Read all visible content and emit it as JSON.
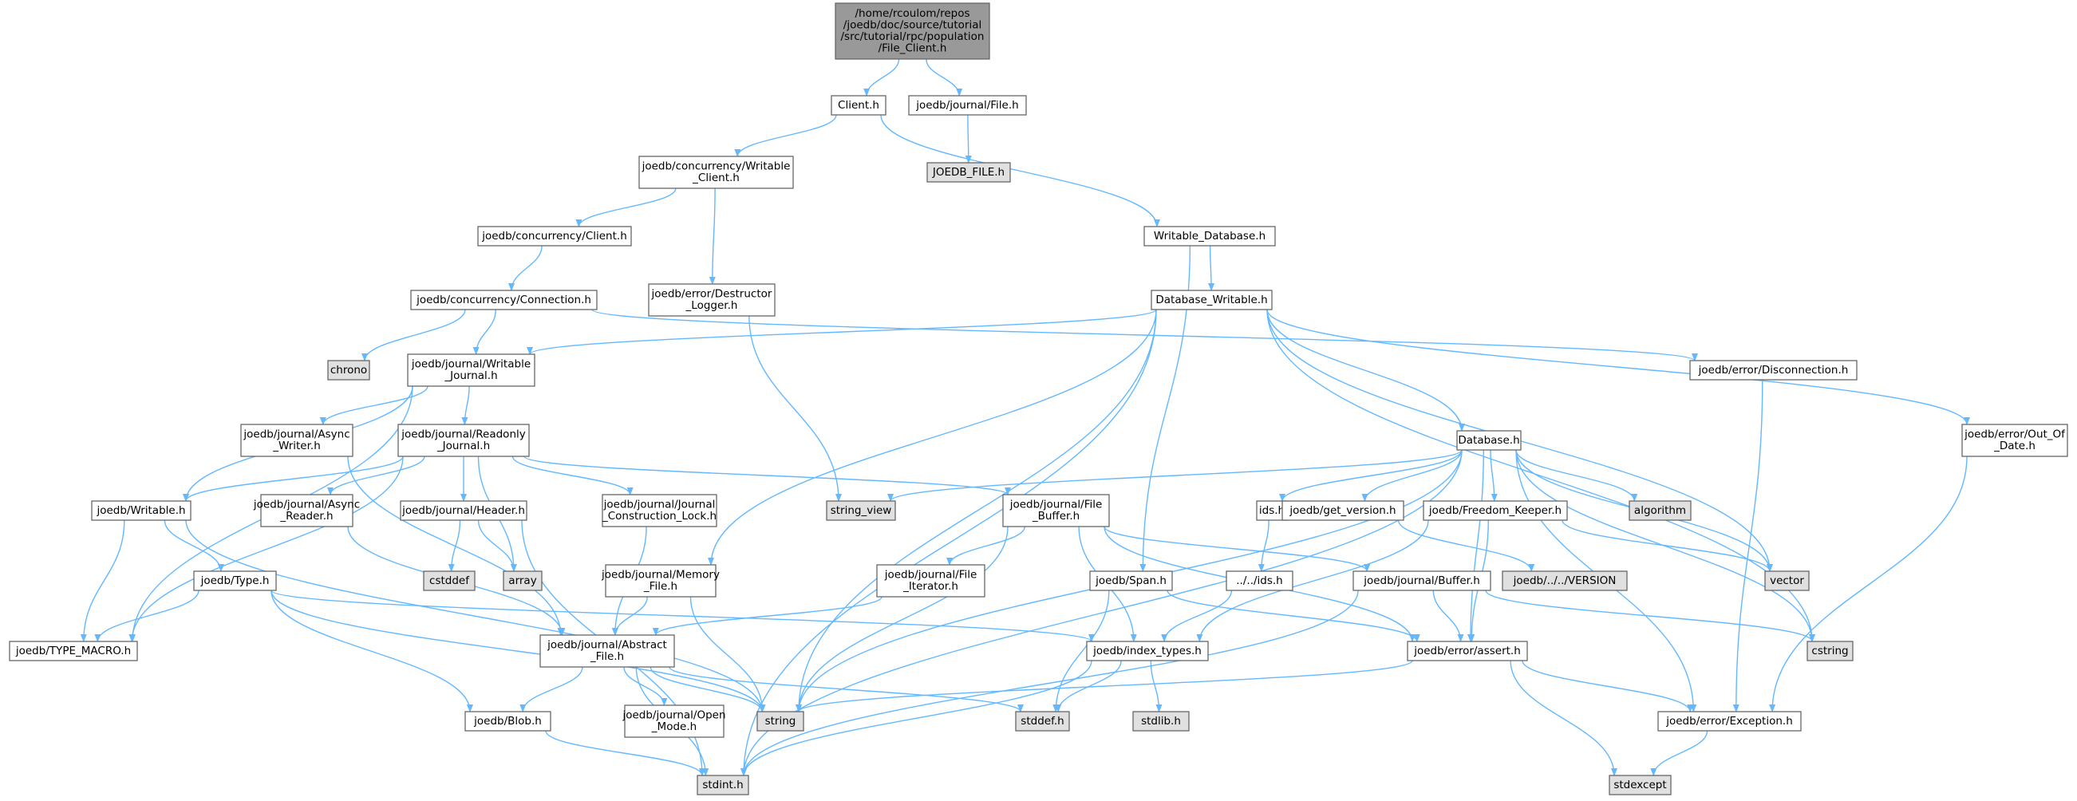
{
  "colors": {
    "root_fill": "#999999",
    "normal_fill": "#ffffff",
    "system_fill": "#e0e0e0",
    "border": "#666666",
    "highlight_border": "#ff0000",
    "edge": "#63b8ff"
  },
  "nodes": [
    {
      "id": "root",
      "lines": [
        "/home/rcoulom/repos",
        "/joedb/doc/source/tutorial",
        "/src/tutorial/rpc/population",
        "/File_Client.h"
      ],
      "kind": "root"
    },
    {
      "id": "client_h",
      "lines": [
        "Client.h"
      ],
      "kind": "normal"
    },
    {
      "id": "journal_file_h",
      "lines": [
        "joedb/journal/File.h"
      ],
      "kind": "normal"
    },
    {
      "id": "joedb_file_h",
      "lines": [
        "JOEDB_FILE.h"
      ],
      "kind": "system"
    },
    {
      "id": "conc_writable_client",
      "lines": [
        "joedb/concurrency/Writable",
        "_Client.h"
      ],
      "kind": "normal"
    },
    {
      "id": "writable_database",
      "lines": [
        "Writable_Database.h"
      ],
      "kind": "normal"
    },
    {
      "id": "conc_client",
      "lines": [
        "joedb/concurrency/Client.h"
      ],
      "kind": "normal"
    },
    {
      "id": "destructor_logger",
      "lines": [
        "joedb/error/Destructor",
        "_Logger.h"
      ],
      "kind": "normal"
    },
    {
      "id": "database_writable",
      "lines": [
        "Database_Writable.h"
      ],
      "kind": "normal"
    },
    {
      "id": "conc_connection",
      "lines": [
        "joedb/concurrency/Connection.h"
      ],
      "kind": "normal"
    },
    {
      "id": "chrono",
      "lines": [
        "chrono"
      ],
      "kind": "system"
    },
    {
      "id": "writable_journal",
      "lines": [
        "joedb/journal/Writable",
        "_Journal.h"
      ],
      "kind": "normal"
    },
    {
      "id": "disconnection",
      "lines": [
        "joedb/error/Disconnection.h"
      ],
      "kind": "normal"
    },
    {
      "id": "out_of_date",
      "lines": [
        "joedb/error/Out_Of",
        "_Date.h"
      ],
      "kind": "normal"
    },
    {
      "id": "async_writer",
      "lines": [
        "joedb/journal/Async",
        "_Writer.h"
      ],
      "kind": "normal"
    },
    {
      "id": "readonly_journal",
      "lines": [
        "joedb/journal/Readonly",
        "_Journal.h"
      ],
      "kind": "normal"
    },
    {
      "id": "database_h",
      "lines": [
        "Database.h"
      ],
      "kind": "normal"
    },
    {
      "id": "writable_h",
      "lines": [
        "joedb/Writable.h"
      ],
      "kind": "normal"
    },
    {
      "id": "async_reader",
      "lines": [
        "joedb/journal/Async",
        "_Reader.h"
      ],
      "kind": "normal"
    },
    {
      "id": "header_h",
      "lines": [
        "joedb/journal/Header.h"
      ],
      "kind": "normal"
    },
    {
      "id": "journal_construction_lock",
      "lines": [
        "joedb/journal/Journal",
        "_Construction_Lock.h"
      ],
      "kind": "normal"
    },
    {
      "id": "string_view",
      "lines": [
        "string_view"
      ],
      "kind": "system"
    },
    {
      "id": "file_buffer",
      "lines": [
        "joedb/journal/File",
        "_Buffer.h"
      ],
      "kind": "normal"
    },
    {
      "id": "ids_h",
      "lines": [
        "ids.h"
      ],
      "kind": "normal"
    },
    {
      "id": "get_version",
      "lines": [
        "joedb/get_version.h"
      ],
      "kind": "normal"
    },
    {
      "id": "freedom_keeper",
      "lines": [
        "joedb/Freedom_Keeper.h"
      ],
      "kind": "normal"
    },
    {
      "id": "algorithm",
      "lines": [
        "algorithm"
      ],
      "kind": "system"
    },
    {
      "id": "cstddef",
      "lines": [
        "cstddef"
      ],
      "kind": "system"
    },
    {
      "id": "array",
      "lines": [
        "array"
      ],
      "kind": "system"
    },
    {
      "id": "type_h",
      "lines": [
        "joedb/Type.h"
      ],
      "kind": "normal"
    },
    {
      "id": "memory_file",
      "lines": [
        "joedb/journal/Memory",
        "_File.h"
      ],
      "kind": "normal"
    },
    {
      "id": "file_iterator",
      "lines": [
        "joedb/journal/File",
        "_Iterator.h"
      ],
      "kind": "normal"
    },
    {
      "id": "span_h",
      "lines": [
        "joedb/Span.h"
      ],
      "kind": "normal"
    },
    {
      "id": "dotdot_ids",
      "lines": [
        "../../ids.h"
      ],
      "kind": "normal"
    },
    {
      "id": "buffer_h",
      "lines": [
        "joedb/journal/Buffer.h"
      ],
      "kind": "normal"
    },
    {
      "id": "version_h",
      "lines": [
        "joedb/../../VERSION"
      ],
      "kind": "system"
    },
    {
      "id": "vector",
      "lines": [
        "vector"
      ],
      "kind": "system"
    },
    {
      "id": "type_macro",
      "lines": [
        "joedb/TYPE_MACRO.h"
      ],
      "kind": "normal"
    },
    {
      "id": "abstract_file",
      "lines": [
        "joedb/journal/Abstract",
        "_File.h"
      ],
      "kind": "normal"
    },
    {
      "id": "index_types",
      "lines": [
        "joedb/index_types.h"
      ],
      "kind": "highlight"
    },
    {
      "id": "assert_h",
      "lines": [
        "joedb/error/assert.h"
      ],
      "kind": "normal"
    },
    {
      "id": "cstring",
      "lines": [
        "cstring"
      ],
      "kind": "system"
    },
    {
      "id": "blob_h",
      "lines": [
        "joedb/Blob.h"
      ],
      "kind": "normal"
    },
    {
      "id": "open_mode",
      "lines": [
        "joedb/journal/Open",
        "_Mode.h"
      ],
      "kind": "normal"
    },
    {
      "id": "string",
      "lines": [
        "string"
      ],
      "kind": "system"
    },
    {
      "id": "stddef_h",
      "lines": [
        "stddef.h"
      ],
      "kind": "system"
    },
    {
      "id": "stdlib_h",
      "lines": [
        "stdlib.h"
      ],
      "kind": "system"
    },
    {
      "id": "exception_h",
      "lines": [
        "joedb/error/Exception.h"
      ],
      "kind": "normal"
    },
    {
      "id": "stdint_h",
      "lines": [
        "stdint.h"
      ],
      "kind": "system"
    },
    {
      "id": "stdexcept",
      "lines": [
        "stdexcept"
      ],
      "kind": "system"
    }
  ],
  "edges": [
    [
      "root",
      "client_h"
    ],
    [
      "root",
      "journal_file_h"
    ],
    [
      "journal_file_h",
      "joedb_file_h"
    ],
    [
      "client_h",
      "conc_writable_client"
    ],
    [
      "client_h",
      "writable_database"
    ],
    [
      "conc_writable_client",
      "conc_client"
    ],
    [
      "conc_writable_client",
      "destructor_logger"
    ],
    [
      "conc_client",
      "conc_connection"
    ],
    [
      "writable_database",
      "database_writable"
    ],
    [
      "writable_database",
      "span_h"
    ],
    [
      "destructor_logger",
      "string_view"
    ],
    [
      "conc_connection",
      "chrono"
    ],
    [
      "conc_connection",
      "writable_journal"
    ],
    [
      "conc_connection",
      "disconnection"
    ],
    [
      "database_writable",
      "writable_journal"
    ],
    [
      "database_writable",
      "memory_file"
    ],
    [
      "database_writable",
      "string"
    ],
    [
      "database_writable",
      "stdint_h"
    ],
    [
      "database_writable",
      "database_h"
    ],
    [
      "database_writable",
      "vector"
    ],
    [
      "database_writable",
      "cstring"
    ],
    [
      "database_writable",
      "out_of_date"
    ],
    [
      "disconnection",
      "exception_h"
    ],
    [
      "out_of_date",
      "exception_h"
    ],
    [
      "writable_journal",
      "async_writer"
    ],
    [
      "writable_journal",
      "readonly_journal"
    ],
    [
      "writable_journal",
      "writable_h"
    ],
    [
      "writable_journal",
      "type_macro"
    ],
    [
      "async_writer",
      "abstract_file"
    ],
    [
      "readonly_journal",
      "writable_h"
    ],
    [
      "readonly_journal",
      "async_reader"
    ],
    [
      "readonly_journal",
      "header_h"
    ],
    [
      "readonly_journal",
      "array"
    ],
    [
      "readonly_journal",
      "journal_construction_lock"
    ],
    [
      "readonly_journal",
      "file_buffer"
    ],
    [
      "readonly_journal",
      "type_macro"
    ],
    [
      "database_h",
      "string_view"
    ],
    [
      "database_h",
      "ids_h"
    ],
    [
      "database_h",
      "get_version"
    ],
    [
      "database_h",
      "freedom_keeper"
    ],
    [
      "database_h",
      "algorithm"
    ],
    [
      "database_h",
      "vector"
    ],
    [
      "database_h",
      "cstring"
    ],
    [
      "database_h",
      "assert_h"
    ],
    [
      "database_h",
      "exception_h"
    ],
    [
      "database_h",
      "string"
    ],
    [
      "database_h",
      "stdint_h"
    ],
    [
      "writable_h",
      "type_h"
    ],
    [
      "writable_h",
      "type_macro"
    ],
    [
      "writable_h",
      "string"
    ],
    [
      "async_reader",
      "abstract_file"
    ],
    [
      "header_h",
      "cstddef"
    ],
    [
      "header_h",
      "array"
    ],
    [
      "header_h",
      "stdint_h"
    ],
    [
      "journal_construction_lock",
      "abstract_file"
    ],
    [
      "file_buffer",
      "file_iterator"
    ],
    [
      "file_buffer",
      "buffer_h"
    ],
    [
      "file_buffer",
      "index_types"
    ],
    [
      "file_buffer",
      "string"
    ],
    [
      "file_buffer",
      "assert_h"
    ],
    [
      "ids_h",
      "dotdot_ids"
    ],
    [
      "get_version",
      "version_h"
    ],
    [
      "freedom_keeper",
      "index_types"
    ],
    [
      "freedom_keeper",
      "vector"
    ],
    [
      "freedom_keeper",
      "assert_h"
    ],
    [
      "type_h",
      "type_macro"
    ],
    [
      "type_h",
      "index_types"
    ],
    [
      "type_h",
      "blob_h"
    ],
    [
      "type_h",
      "string"
    ],
    [
      "memory_file",
      "abstract_file"
    ],
    [
      "memory_file",
      "string"
    ],
    [
      "file_iterator",
      "abstract_file"
    ],
    [
      "span_h",
      "stddef_h"
    ],
    [
      "span_h",
      "assert_h"
    ],
    [
      "dotdot_ids",
      "index_types"
    ],
    [
      "buffer_h",
      "assert_h"
    ],
    [
      "buffer_h",
      "cstring"
    ],
    [
      "buffer_h",
      "stdint_h"
    ],
    [
      "abstract_file",
      "blob_h"
    ],
    [
      "abstract_file",
      "open_mode"
    ],
    [
      "abstract_file",
      "string"
    ],
    [
      "abstract_file",
      "stddef_h"
    ],
    [
      "abstract_file",
      "stdint_h"
    ],
    [
      "index_types",
      "stddef_h"
    ],
    [
      "index_types",
      "stdlib_h"
    ],
    [
      "index_types",
      "stdint_h"
    ],
    [
      "assert_h",
      "string"
    ],
    [
      "assert_h",
      "exception_h"
    ],
    [
      "assert_h",
      "stdexcept"
    ],
    [
      "exception_h",
      "stdexcept"
    ],
    [
      "blob_h",
      "stdint_h"
    ]
  ]
}
